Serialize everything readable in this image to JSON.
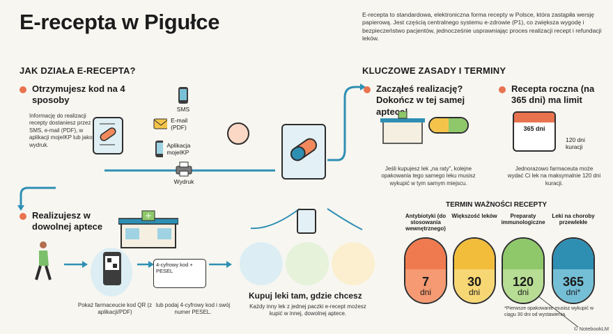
{
  "title": "E-recepta w Pigułce",
  "intro": "E-recepta to standardowa, elektroniczna forma recepty w Polsce, która zastąpiła wersję papierową. Jest częścią centralnego systemu e-zdrowie (P1), co zwiększa wygodę i bezpieczeństwo pacjentów, jednocześnie usprawniając proces realizacji recept i refundacji leków.",
  "left": {
    "heading": "JAK DZIAŁA E-RECEPTA?",
    "step1": {
      "title": "Otrzymujesz kod na 4 sposoby",
      "text": "Informację do realizacji recepty dostaniesz przez SMS, e-mail (PDF), w aplikacji mojeIKP lub jako wydruk."
    },
    "channels": [
      {
        "label": "SMS",
        "icon": "phone-icon"
      },
      {
        "label": "E-mail (PDF)",
        "icon": "envelope-icon"
      },
      {
        "label": "Aplikacja mojeIKP",
        "icon": "mobile-app-icon"
      },
      {
        "label": "Wydruk",
        "icon": "printer-icon"
      }
    ],
    "step2": {
      "title": "Realizujesz w dowolnej aptece"
    },
    "qr_caption": "Pokaż farmaceucie kod QR (z aplikacji/PDF)",
    "card_text": "4-cyfrowy kod + PESEL",
    "code_caption": "lub podaj 4-cyfrowy kod i swój numer PESEL.",
    "buy_title": "Kupuj leki tam, gdzie chcesz",
    "buy_text": "Każdy inny lek z jednej paczki e-recept możesz kupić w innej, dowolnej aptece."
  },
  "right": {
    "heading": "KLUCZOWE ZASADY I TERMINY",
    "rule1": {
      "title": "Zacząłeś realizację? Dokończ w tej samej aptece!",
      "text": "Jeśli kupujesz lek „na raty\", kolejne opakowania tego samego leku musisz wykupić w tym samym miejscu."
    },
    "rule2": {
      "title": "Recepta roczna (na 365 dni) ma limit",
      "calendar_label": "365 dni",
      "note": "120 dni kuracji",
      "text": "Jednorazowo farmaceuta może wydać Ci lek na maksymalnie 120 dni kuracji."
    },
    "validity_heading": "TERMIN WAŻNOŚCI RECEPTY",
    "validity": [
      {
        "label": "Antybiotyki (do stosowania wewnętrznego)",
        "num": "7",
        "unit": "dni",
        "top": "#f07a4f",
        "bottom": "#f59a72"
      },
      {
        "label": "Większość leków",
        "num": "30",
        "unit": "dni",
        "top": "#f2bd3b",
        "bottom": "#f7d774"
      },
      {
        "label": "Preparaty immunologiczne",
        "num": "120",
        "unit": "dni",
        "top": "#8ec86a",
        "bottom": "#b7dc93"
      },
      {
        "label": "Leki na choroby przewlekłe",
        "num": "365",
        "unit": "dni*",
        "top": "#2f8fb3",
        "bottom": "#74bfd6"
      }
    ],
    "footnote": "*Pierwsze opakowanie musisz wykupić w ciągu 30 dni od wystawienia."
  },
  "credit": "© NotebookLM"
}
